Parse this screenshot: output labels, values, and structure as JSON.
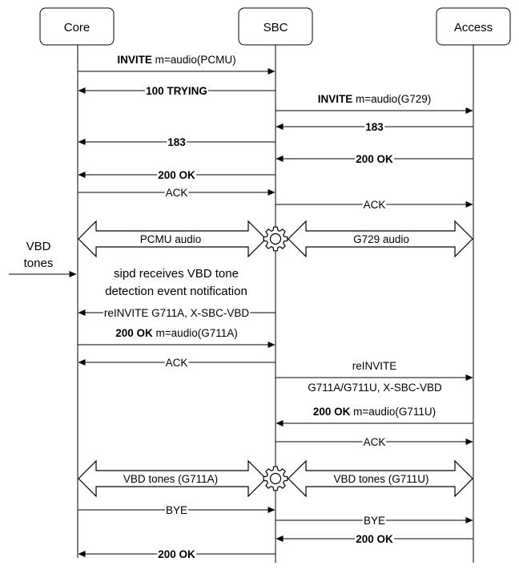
{
  "participants": {
    "core": "Core",
    "sbc": "SBC",
    "access": "Access"
  },
  "messages": [
    {
      "bold": "INVITE",
      "rest": " m=audio(PCMU)"
    },
    {
      "bold": "100 TRYING",
      "rest": ""
    },
    {
      "bold": "INVITE",
      "rest": " m=audio(G729)"
    },
    {
      "bold": "183",
      "rest": ""
    },
    {
      "bold": "183",
      "rest": ""
    },
    {
      "bold": "200 OK",
      "rest": ""
    },
    {
      "bold": "200 OK",
      "rest": ""
    },
    {
      "bold": "",
      "rest": "ACK"
    },
    {
      "bold": "",
      "rest": "ACK"
    },
    {
      "bold": "",
      "rest": "reINVITE G711A, X-SBC-VBD"
    },
    {
      "bold": "200 OK",
      "rest": " m=audio(G711A)"
    },
    {
      "bold": "",
      "rest": "ACK"
    },
    {
      "bold": "",
      "rest": "reINVITE"
    },
    {
      "bold": "200 OK",
      "rest": " m=audio(G711U)"
    },
    {
      "bold": "",
      "rest": "ACK"
    },
    {
      "bold": "",
      "rest": "BYE"
    },
    {
      "bold": "",
      "rest": "BYE"
    },
    {
      "bold": "200 OK",
      "rest": ""
    },
    {
      "bold": "200 OK",
      "rest": ""
    }
  ],
  "reinvite_second_line": "G711A/G711U, X-SBC-VBD",
  "media": {
    "pcmu": "PCMU audio",
    "g729": "G729 audio",
    "vbd_a": "VBD tones (G711A)",
    "vbd_u": "VBD tones (G711U)"
  },
  "vbd_input": {
    "line1": "VBD",
    "line2": "tones"
  },
  "note": {
    "line1": "sipd receives VBD tone",
    "line2": "detection event notification"
  }
}
